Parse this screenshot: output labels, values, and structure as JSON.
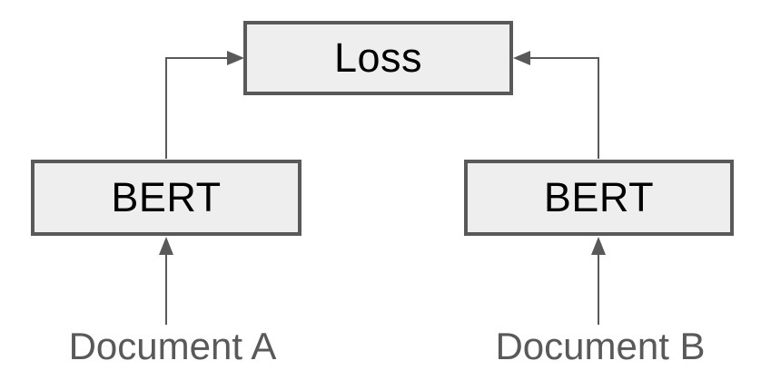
{
  "diagram": {
    "type": "architecture-diagram",
    "nodes": {
      "loss": {
        "label": "Loss"
      },
      "bert_left": {
        "label": "BERT"
      },
      "bert_right": {
        "label": "BERT"
      },
      "doc_a": {
        "label": "Document A"
      },
      "doc_b": {
        "label": "Document B"
      }
    },
    "edges": [
      {
        "from": "bert_left",
        "to": "loss",
        "style": "elbow-arrow"
      },
      {
        "from": "bert_right",
        "to": "loss",
        "style": "elbow-arrow"
      },
      {
        "from": "doc_a",
        "to": "bert_left",
        "style": "straight-arrow"
      },
      {
        "from": "doc_b",
        "to": "bert_right",
        "style": "straight-arrow"
      }
    ],
    "colors": {
      "box_fill": "#eeeeee",
      "box_border": "#595959",
      "connector": "#595959",
      "node_text": "#000000",
      "label_text": "#595959",
      "background": "#ffffff"
    }
  }
}
